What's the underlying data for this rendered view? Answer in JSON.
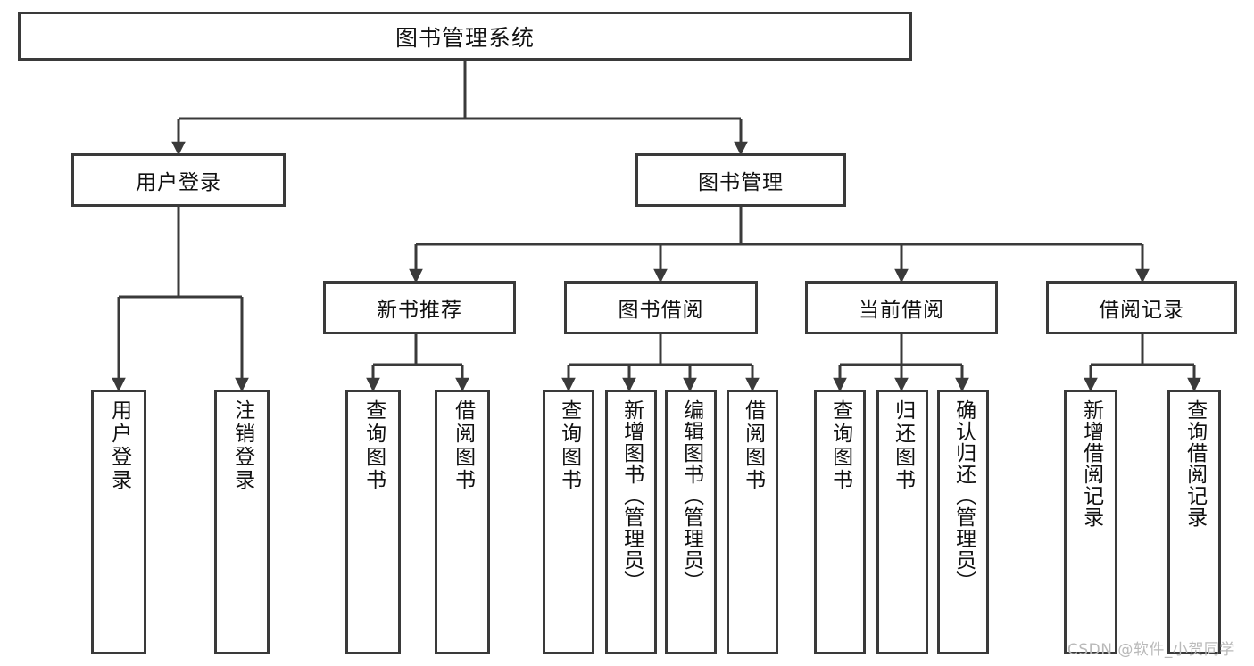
{
  "diagram": {
    "title_box": {
      "label": "图书管理系统"
    },
    "level2": [
      {
        "id": "user-login",
        "label": "用户登录"
      },
      {
        "id": "book-management",
        "label": "图书管理"
      }
    ],
    "level3": [
      {
        "id": "new-book-recommend",
        "label": "新书推荐"
      },
      {
        "id": "book-borrow",
        "label": "图书借阅"
      },
      {
        "id": "current-borrow",
        "label": "当前借阅"
      },
      {
        "id": "borrow-record",
        "label": "借阅记录"
      }
    ],
    "leaves": {
      "user_login": [
        {
          "id": "leaf-user-login",
          "label": "用户登录"
        },
        {
          "id": "leaf-logout-login",
          "label": "注销登录"
        }
      ],
      "new_book_recommend": [
        {
          "id": "leaf-query-book-1",
          "label": "查询图书"
        },
        {
          "id": "leaf-borrow-book-1",
          "label": "借阅图书"
        }
      ],
      "book_borrow": [
        {
          "id": "leaf-query-book-2",
          "label": "查询图书"
        },
        {
          "id": "leaf-add-book",
          "label": "新增图书（管理员）"
        },
        {
          "id": "leaf-edit-book",
          "label": "编辑图书（管理员）"
        },
        {
          "id": "leaf-borrow-book-2",
          "label": "借阅图书"
        }
      ],
      "current_borrow": [
        {
          "id": "leaf-query-book-3",
          "label": "查询图书"
        },
        {
          "id": "leaf-return-book",
          "label": "归还图书"
        },
        {
          "id": "leaf-confirm-return",
          "label": "确认归还（管理员）"
        }
      ],
      "borrow_record": [
        {
          "id": "leaf-add-record",
          "label": "新增借阅记录"
        },
        {
          "id": "leaf-query-record",
          "label": "查询借阅记录"
        }
      ]
    },
    "watermark": "CSDN @软件_小贺同学",
    "colors": {
      "stroke": "#3a3a3a",
      "background": "#ffffff",
      "text": "#111111",
      "watermark": "#b9b9b9"
    }
  }
}
